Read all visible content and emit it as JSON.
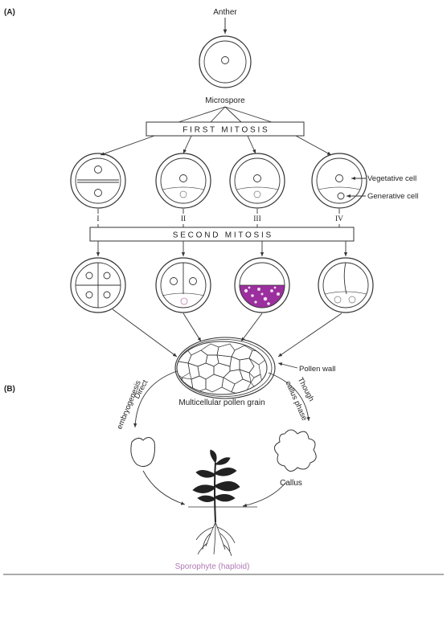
{
  "panel_labels": {
    "a": "(A)",
    "b": "(B)"
  },
  "labels": {
    "anther": "Anther",
    "microspore": "Microspore",
    "first_mitosis": "F I R S T   M I T O S I S",
    "second_mitosis": "S E C O N D   M I T O S I S",
    "vegetative_cell": "Vegetative cell",
    "generative_cell": "Generative cell",
    "pathway_numerals": [
      "I",
      "II",
      "III",
      "IV"
    ],
    "pollen_wall": "Pollen wall",
    "multicellular_pollen_grain": "Multicellular pollen grain",
    "direct": "Direct",
    "embryogenesis": "embryogenesis",
    "through": "Though",
    "callus_phase": "callus phase",
    "callus": "Callus",
    "sporophyte": "Sporophyte (haploid)"
  },
  "colors": {
    "line": "#333333",
    "stain": "#9b2f9e",
    "sporophyte_text": "#b07ab5"
  }
}
